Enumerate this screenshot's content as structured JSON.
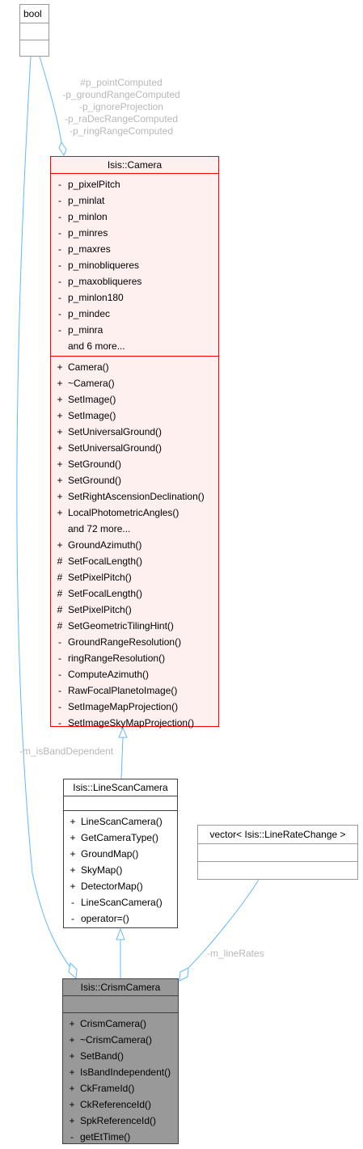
{
  "bool_box": {
    "title": "bool"
  },
  "edge_labels": {
    "camera_to_crism": "-m_isBandDependent",
    "bool_to_camera": [
      "#p_pointComputed",
      "-p_groundRangeComputed",
      "-p_ignoreProjection",
      "-p_raDecRangeComputed",
      "-p_ringRangeComputed"
    ],
    "vector_to_crism": "-m_lineRates"
  },
  "camera": {
    "title": "Isis::Camera",
    "attributes": [
      {
        "vis": "-",
        "name": "p_pixelPitch"
      },
      {
        "vis": "-",
        "name": "p_minlat"
      },
      {
        "vis": "-",
        "name": "p_minlon"
      },
      {
        "vis": "-",
        "name": "p_minres"
      },
      {
        "vis": "-",
        "name": "p_maxres"
      },
      {
        "vis": "-",
        "name": "p_minobliqueres"
      },
      {
        "vis": "-",
        "name": "p_maxobliqueres"
      },
      {
        "vis": "-",
        "name": "p_minlon180"
      },
      {
        "vis": "-",
        "name": "p_mindec"
      },
      {
        "vis": "-",
        "name": "p_minra"
      },
      {
        "vis": "",
        "name": "and 6 more..."
      }
    ],
    "methods": [
      {
        "vis": "+",
        "name": "Camera()"
      },
      {
        "vis": "+",
        "name": "~Camera()"
      },
      {
        "vis": "+",
        "name": "SetImage()"
      },
      {
        "vis": "+",
        "name": "SetImage()"
      },
      {
        "vis": "+",
        "name": "SetUniversalGround()"
      },
      {
        "vis": "+",
        "name": "SetUniversalGround()"
      },
      {
        "vis": "+",
        "name": "SetGround()"
      },
      {
        "vis": "+",
        "name": "SetGround()"
      },
      {
        "vis": "+",
        "name": "SetRightAscensionDeclination()"
      },
      {
        "vis": "+",
        "name": "LocalPhotometricAngles()"
      },
      {
        "vis": "",
        "name": "and 72 more..."
      },
      {
        "vis": "+",
        "name": "GroundAzimuth()"
      },
      {
        "vis": "#",
        "name": "SetFocalLength()"
      },
      {
        "vis": "#",
        "name": "SetPixelPitch()"
      },
      {
        "vis": "#",
        "name": "SetFocalLength()"
      },
      {
        "vis": "#",
        "name": "SetPixelPitch()"
      },
      {
        "vis": "#",
        "name": "SetGeometricTilingHint()"
      },
      {
        "vis": "-",
        "name": "GroundRangeResolution()"
      },
      {
        "vis": "-",
        "name": "ringRangeResolution()"
      },
      {
        "vis": "-",
        "name": "ComputeAzimuth()"
      },
      {
        "vis": "-",
        "name": "RawFocalPlanetoImage()"
      },
      {
        "vis": "-",
        "name": "SetImageMapProjection()"
      },
      {
        "vis": "-",
        "name": "SetImageSkyMapProjection()"
      }
    ]
  },
  "linescan": {
    "title": "Isis::LineScanCamera",
    "methods": [
      {
        "vis": "+",
        "name": "LineScanCamera()"
      },
      {
        "vis": "+",
        "name": "GetCameraType()"
      },
      {
        "vis": "+",
        "name": "GroundMap()"
      },
      {
        "vis": "+",
        "name": "SkyMap()"
      },
      {
        "vis": "+",
        "name": "DetectorMap()"
      },
      {
        "vis": "-",
        "name": "LineScanCamera()"
      },
      {
        "vis": "-",
        "name": "operator=()"
      }
    ]
  },
  "vector_box": {
    "title": "vector< Isis::LineRateChange >"
  },
  "crism": {
    "title": "Isis::CrismCamera",
    "methods": [
      {
        "vis": "+",
        "name": "CrismCamera()"
      },
      {
        "vis": "+",
        "name": "~CrismCamera()"
      },
      {
        "vis": "+",
        "name": "SetBand()"
      },
      {
        "vis": "+",
        "name": "IsBandIndependent()"
      },
      {
        "vis": "+",
        "name": "CkFrameId()"
      },
      {
        "vis": "+",
        "name": "CkReferenceId()"
      },
      {
        "vis": "+",
        "name": "SpkReferenceId()"
      },
      {
        "vis": "-",
        "name": "getEtTime()"
      }
    ]
  },
  "colors": {
    "edge": "#63b8ff",
    "camera_border": "#ff0000",
    "camera_fill": "#fff0f0",
    "gray_border": "#999999",
    "dark_border": "#404040",
    "crism_fill": "#999999",
    "label": "#b8b8b8"
  }
}
